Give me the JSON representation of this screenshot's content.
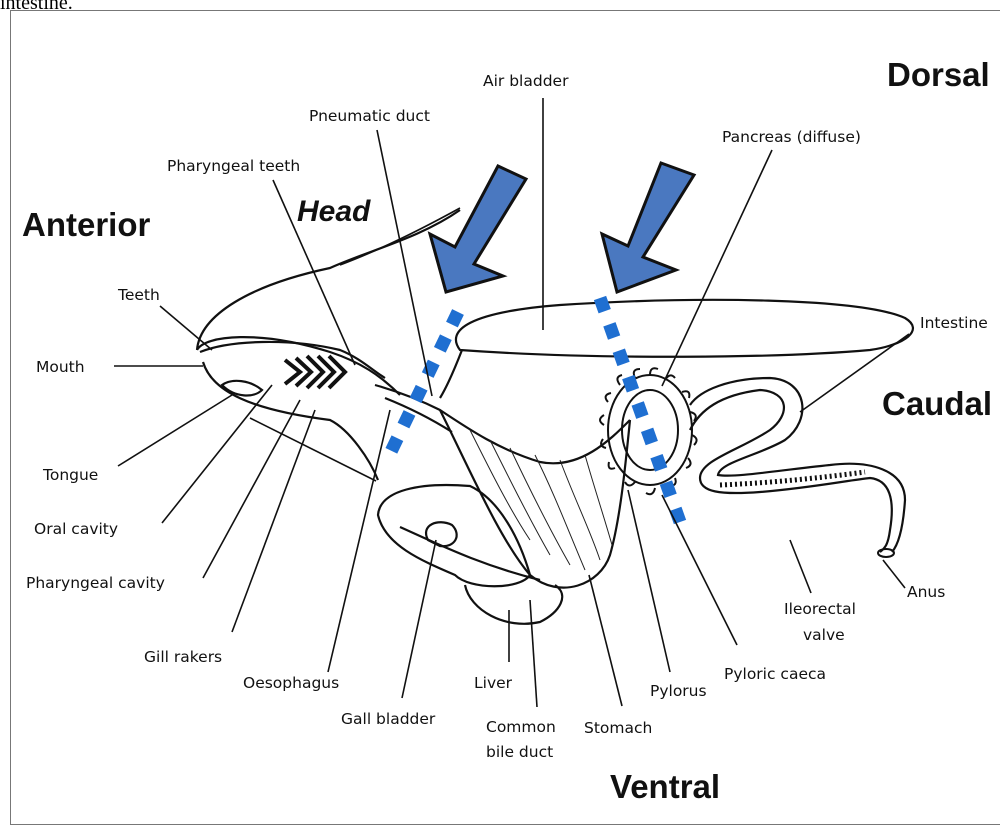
{
  "clipped_text": "intestine.",
  "directions": {
    "dorsal": "Dorsal",
    "anterior": "Anterior",
    "caudal": "Caudal",
    "ventral": "Ventral",
    "head": "Head"
  },
  "labels": {
    "air_bladder": "Air bladder",
    "pneumatic_duct": "Pneumatic duct",
    "pancreas": "Pancreas (diffuse)",
    "pharyngeal_teeth": "Pharyngeal teeth",
    "teeth": "Teeth",
    "intestine": "Intestine",
    "mouth": "Mouth",
    "tongue": "Tongue",
    "oral_cavity": "Oral cavity",
    "pharyngeal_cavity": "Pharyngeal cavity",
    "gill_rakers": "Gill rakers",
    "oesophagus": "Oesophagus",
    "gall_bladder": "Gall bladder",
    "liver": "Liver",
    "common_bile_duct_1": "Common",
    "common_bile_duct_2": "bile duct",
    "stomach": "Stomach",
    "pylorus": "Pylorus",
    "pyloric_caeca": "Pyloric caeca",
    "ileorectal_valve_1": "Ileorectal",
    "ileorectal_valve_2": "valve",
    "anus": "Anus"
  },
  "colors": {
    "arrow_fill": "#4a78c0",
    "dashed_line": "#1f6fd1"
  }
}
